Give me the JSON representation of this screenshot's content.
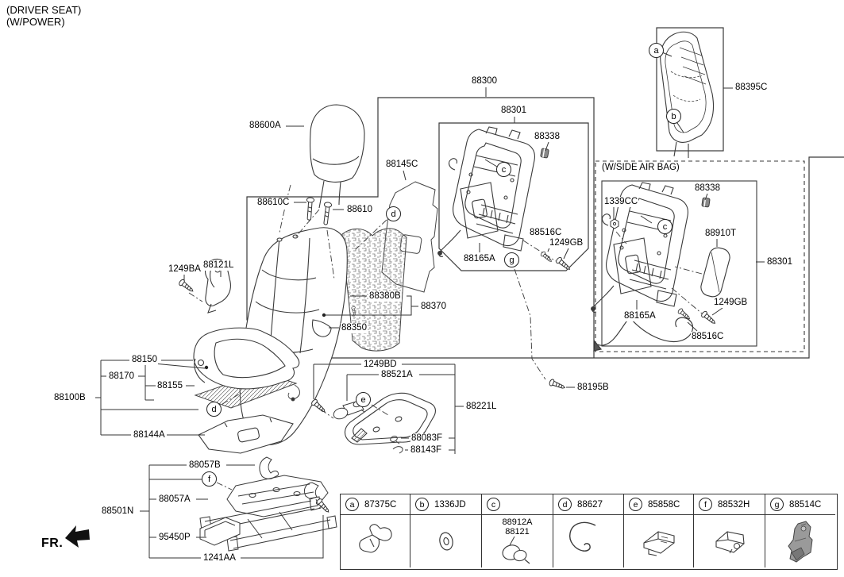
{
  "titles": {
    "line1": "(DRIVER SEAT)",
    "line2": "(W/POWER)"
  },
  "fr_label": "FR.",
  "wside_label": "(W/SIDE AIR BAG)",
  "colors": {
    "line": "#3a3a3a",
    "text": "#000000",
    "background": "#ffffff"
  },
  "labels": {
    "p88600a": "88600A",
    "p88300": "88300",
    "p88301_main": "88301",
    "p88338_main": "88338",
    "p88395c": "88395C",
    "p88145c": "88145C",
    "p88610c": "88610C",
    "p88610": "88610",
    "p1339cc": "1339CC",
    "p88338_ab": "88338",
    "p88910t": "88910T",
    "p88301_ab": "88301",
    "p1249ba": "1249BA",
    "p88121l": "88121L",
    "p88516c_main": "88516C",
    "p1249gb_main": "1249GB",
    "p88165a_main": "88165A",
    "p88165a_ab": "88165A",
    "p1249gb_ab": "1249GB",
    "p88516c_ab": "88516C",
    "p88380b": "88380B",
    "p88370": "88370",
    "p88350": "88350",
    "p88195b": "88195B",
    "p88150": "88150",
    "p88170": "88170",
    "p88155": "88155",
    "p88100b": "88100B",
    "p88144a": "88144A",
    "p88057b": "88057B",
    "p88057a": "88057A",
    "p88501n": "88501N",
    "p95450p": "95450P",
    "p1241aa": "1241AA",
    "p1249bd": "1249BD",
    "p88521a": "88521A",
    "p88221l": "88221L",
    "p88083f": "88083F",
    "p88143f": "88143F"
  },
  "markers": {
    "a": "a",
    "b": "b",
    "c": "c",
    "d": "d",
    "e": "e",
    "f": "f",
    "g": "g"
  },
  "legend": {
    "cells": [
      {
        "letter": "a",
        "code": "87375C"
      },
      {
        "letter": "b",
        "code": "1336JD"
      },
      {
        "letter": "c",
        "code": "",
        "extra1": "88912A",
        "extra2": "88121"
      },
      {
        "letter": "d",
        "code": "88627"
      },
      {
        "letter": "e",
        "code": "85858C"
      },
      {
        "letter": "f",
        "code": "88532H"
      },
      {
        "letter": "g",
        "code": "88514C"
      }
    ]
  }
}
